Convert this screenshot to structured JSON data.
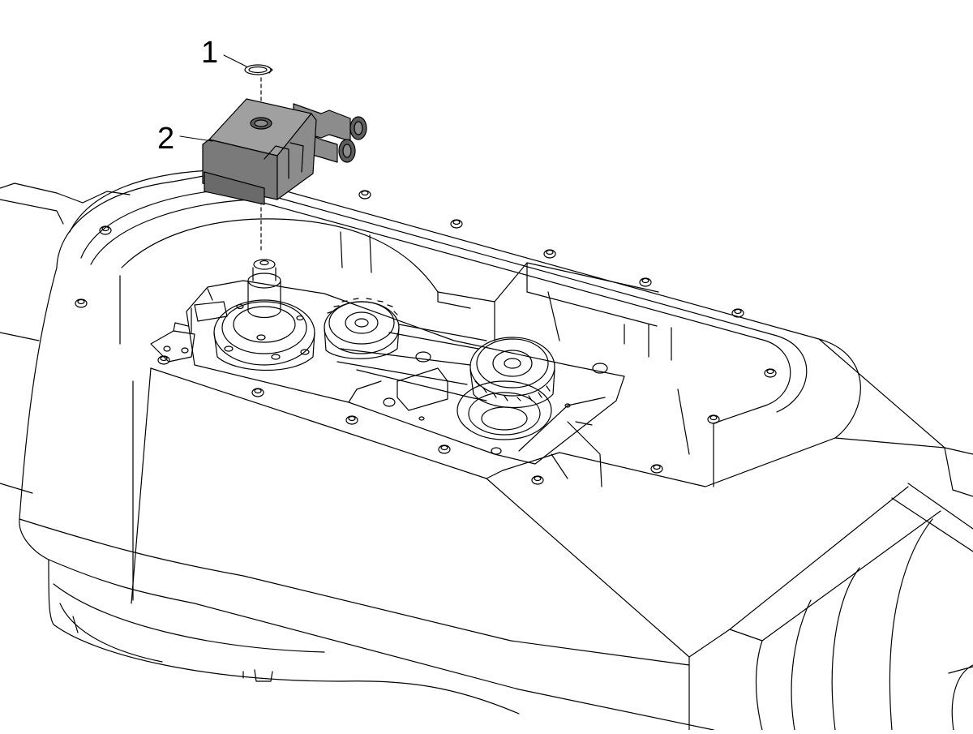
{
  "callouts": [
    {
      "number": "1",
      "part": "retaining-ring"
    },
    {
      "number": "2",
      "part": "solenoid-valve-block"
    }
  ],
  "colors": {
    "line": "#000000",
    "background": "#ffffff",
    "part_highlight": "#8c8c8c",
    "part_highlight_dark": "#5e5e5e"
  }
}
